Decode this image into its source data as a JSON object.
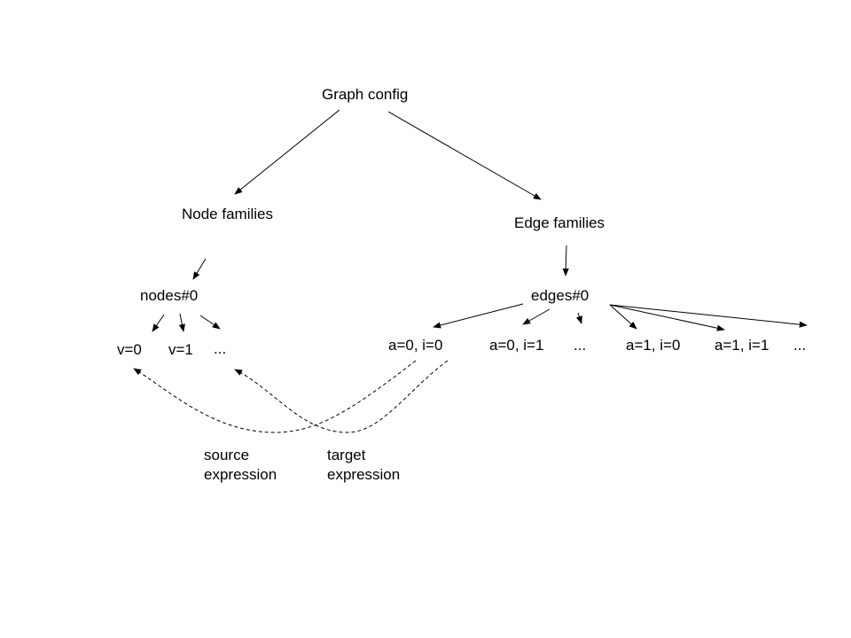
{
  "nodes": {
    "root": "Graph config",
    "node_families": "Node families",
    "edge_families": "Edge families",
    "nodes0": "nodes#0",
    "edges0": "edges#0",
    "v0": "v=0",
    "v1": "v=1",
    "v_more": "...",
    "e_a0i0": "a=0, i=0",
    "e_a0i1": "a=0, i=1",
    "e_more1": "...",
    "e_a1i0": "a=1, i=0",
    "e_a1i1": "a=1, i=1",
    "e_more2": "..."
  },
  "annotations": {
    "source_line1": "source",
    "source_line2": "expression",
    "target_line1": "target",
    "target_line2": "expression"
  },
  "colors": {
    "ink": "#000000",
    "background": "#ffffff"
  }
}
